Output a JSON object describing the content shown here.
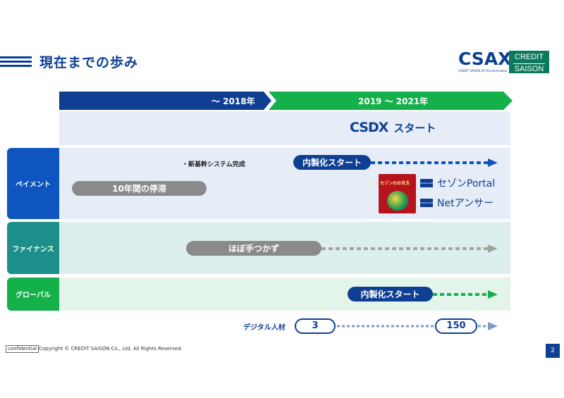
{
  "header": {
    "title": "現在までの歩み",
    "csax_logo_text": "CSAX",
    "csax_logo_sub": "CREDIT SAISON AX Transformation",
    "saison_logo_line1": "CREDIT",
    "saison_logo_line2": "SAISON"
  },
  "timeline": {
    "period1": "〜 2018年",
    "period2": "2019 〜 2021年",
    "csdx_logo": "CSDX",
    "csdx_label": "スタート"
  },
  "rows": {
    "payment": {
      "label": "ペイメント",
      "note": "・新基幹システム完成",
      "stagnation": "10年間の停滞",
      "inhouse": "内製化スタート",
      "app_title": "セゾンのお月玉",
      "portal_icon": "SAISON CARD",
      "portal_name": "セゾンPortal",
      "netanswer_icon": "SAISON CARD",
      "netanswer_name": "Netアンサー"
    },
    "finance": {
      "label": "ファイナンス",
      "status": "ほぼ手つかず"
    },
    "global": {
      "label": "グローバル",
      "inhouse": "内製化スタート"
    }
  },
  "talent": {
    "label": "デジタル人材",
    "start": "3",
    "end": "150"
  },
  "colors": {
    "navy": "#0e3f93",
    "green": "#14b04a",
    "gray": "#8a8a8a",
    "row_payment_bg": "#e6edf7",
    "row_finance_bg": "#dcefee",
    "row_global_bg": "#e3f5ea"
  },
  "footer": {
    "confidential": "confidential",
    "copyright": "Copyright © CREDIT SAISON Co., Ltd. All Rights Reserved.",
    "page": "2"
  }
}
